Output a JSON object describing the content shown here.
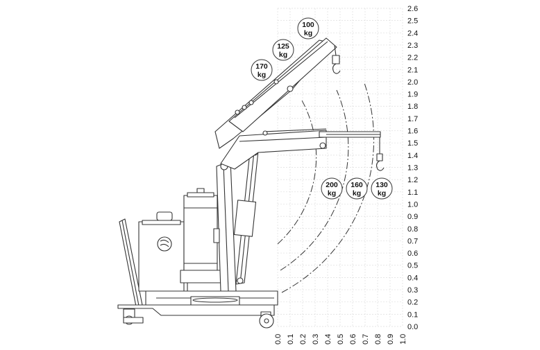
{
  "y_axis": {
    "ticks": [
      "2.6",
      "2.5",
      "2.4",
      "2.3",
      "2.2",
      "2.1",
      "2.0",
      "1.9",
      "1.8",
      "1.7",
      "1.6",
      "1.5",
      "1.4",
      "1.3",
      "1.2",
      "1.1",
      "1.0",
      "0.9",
      "0.8",
      "0.7",
      "0.6",
      "0.5",
      "0.4",
      "0.3",
      "0.2",
      "0.1",
      "0.0"
    ]
  },
  "x_axis": {
    "ticks": [
      "0.0",
      "0.1",
      "0.2",
      "0.3",
      "0.4",
      "0.5",
      "0.6",
      "0.7",
      "0.8",
      "0.9",
      "1.0"
    ]
  },
  "load_labels": {
    "upper": [
      {
        "num": "100",
        "unit": "kg"
      },
      {
        "num": "125",
        "unit": "kg"
      },
      {
        "num": "170",
        "unit": "kg"
      }
    ],
    "lower": [
      {
        "num": "200",
        "unit": "kg"
      },
      {
        "num": "160",
        "unit": "kg"
      },
      {
        "num": "130",
        "unit": "kg"
      }
    ]
  },
  "colors": {
    "line": "#333333",
    "grid": "#dddddd",
    "text": "#111111"
  }
}
